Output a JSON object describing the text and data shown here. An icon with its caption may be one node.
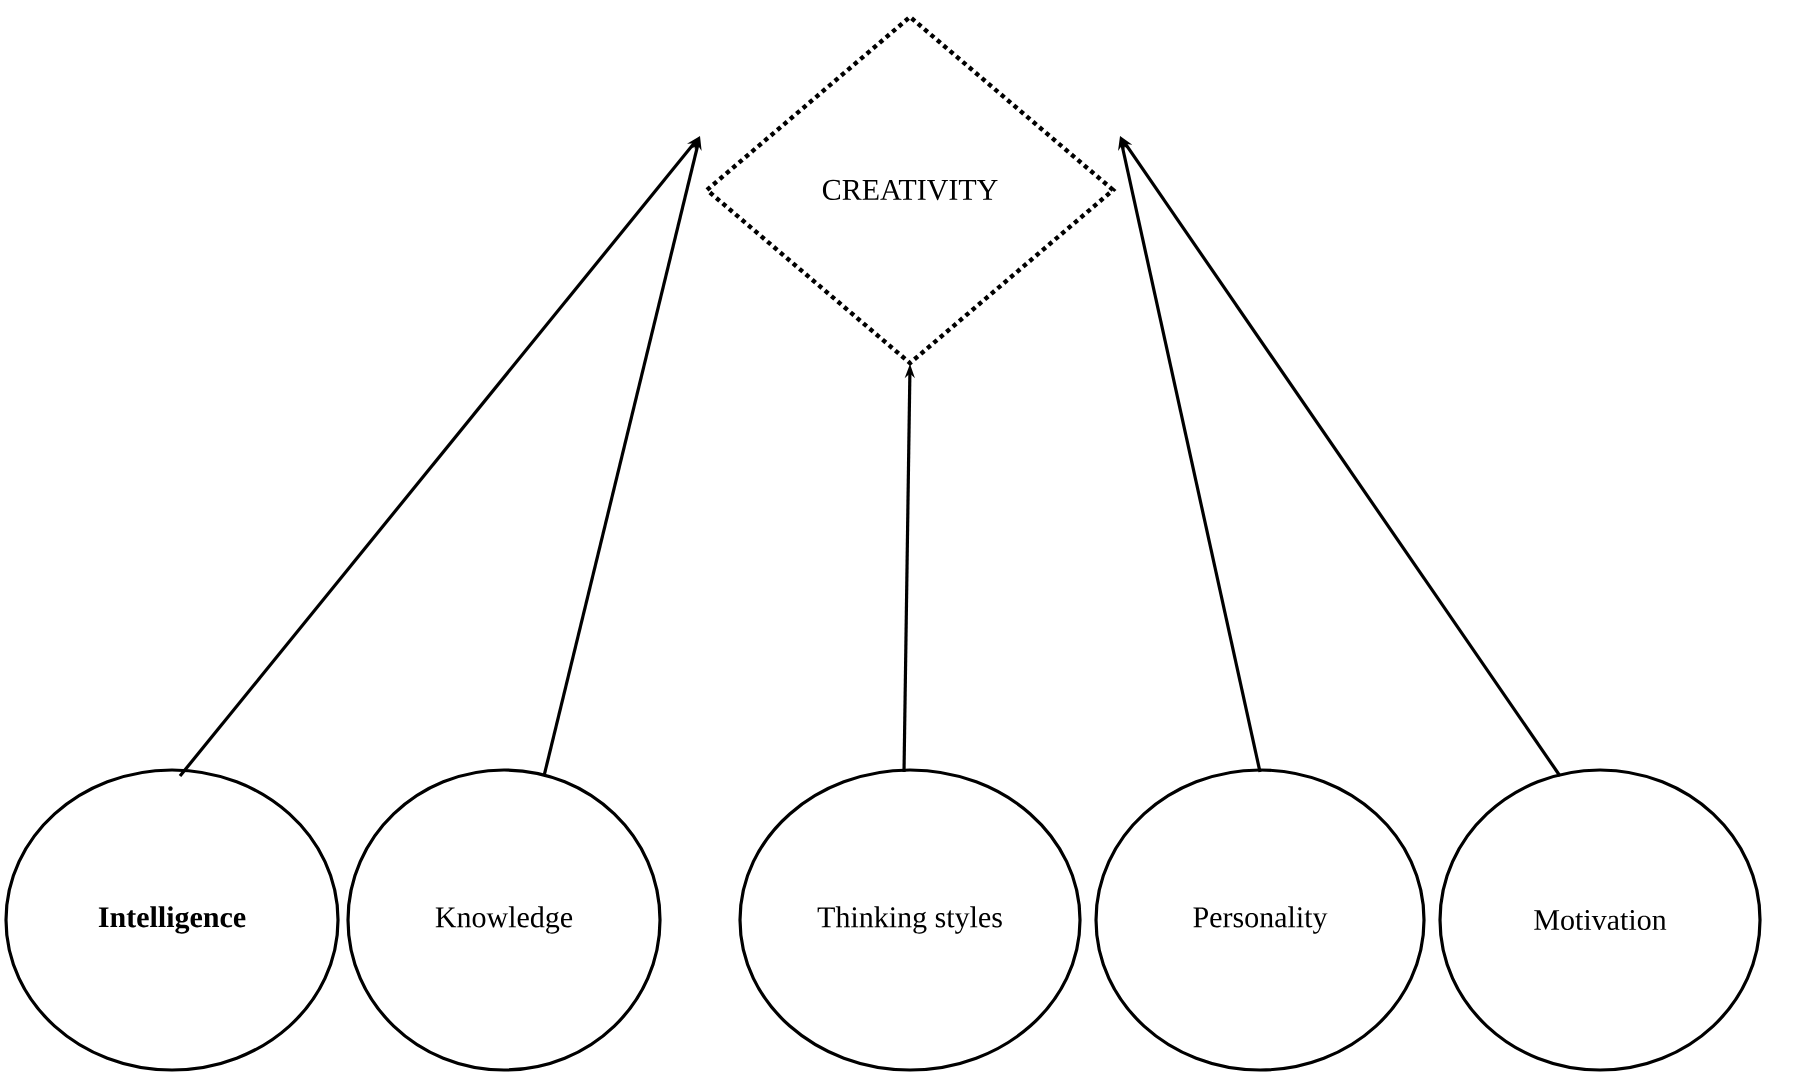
{
  "diagram": {
    "nodes": [
      {
        "text": [
          "CREATIVITY"
        ]
      },
      {
        "text": [
          "Intelligence"
        ]
      },
      {
        "text": [
          "Knowledge"
        ]
      },
      {
        "text": [
          "Thinking styles"
        ]
      },
      {
        "text": [
          "Personality"
        ]
      },
      {
        "text": [
          "Motivation"
        ]
      }
    ],
    "edges": [
      {
        "from": 1,
        "to": 0,
        "arrow": "to"
      },
      {
        "from": 2,
        "to": 0,
        "arrow": "to"
      },
      {
        "from": 3,
        "to": 0,
        "arrow": "to"
      },
      {
        "from": 4,
        "to": 0,
        "arrow": "to"
      },
      {
        "from": 5,
        "to": 0,
        "arrow": "to"
      }
    ]
  }
}
